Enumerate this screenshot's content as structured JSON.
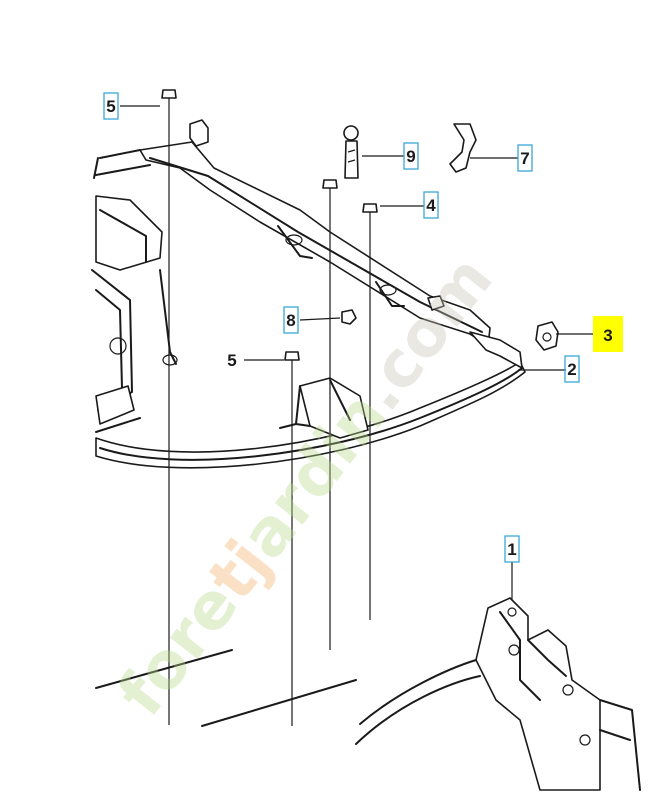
{
  "callouts": [
    {
      "id": "c1",
      "label": "1",
      "boxed": true,
      "highlight": false
    },
    {
      "id": "c2",
      "label": "2",
      "boxed": true,
      "highlight": false
    },
    {
      "id": "c3",
      "label": "3",
      "boxed": true,
      "highlight": true
    },
    {
      "id": "c4",
      "label": "4",
      "boxed": true,
      "highlight": false
    },
    {
      "id": "c5a",
      "label": "5",
      "boxed": true,
      "highlight": false
    },
    {
      "id": "c5b",
      "label": "5",
      "boxed": false,
      "highlight": false
    },
    {
      "id": "c7",
      "label": "7",
      "boxed": true,
      "highlight": false
    },
    {
      "id": "c8",
      "label": "8",
      "boxed": true,
      "highlight": false
    },
    {
      "id": "c9",
      "label": "9",
      "boxed": true,
      "highlight": false
    }
  ],
  "watermark": {
    "brand": "foretjardin",
    "tld": ".com",
    "colors": {
      "green": "#b8d98a",
      "orange": "#f3b26c",
      "gray": "#c9c4b6"
    }
  },
  "colors": {
    "box_border": "#3aa8d8",
    "highlight": "#ffff00",
    "line": "#1a1a1a"
  }
}
